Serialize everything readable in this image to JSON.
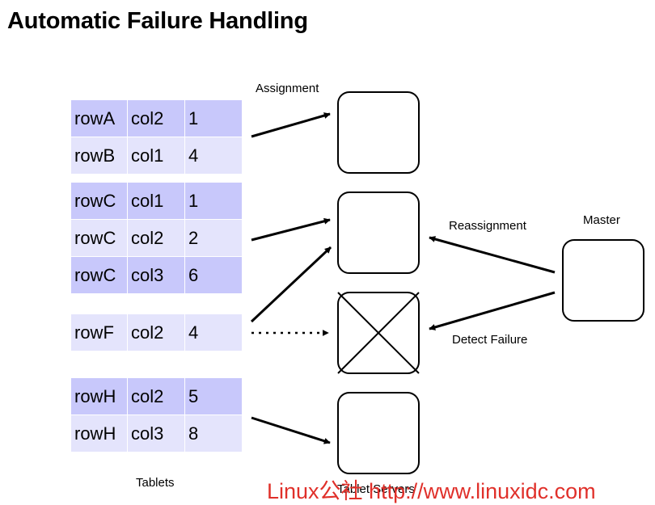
{
  "title": "Automatic Failure Handling",
  "tablets": [
    {
      "rows": [
        [
          "rowA",
          "col2",
          "1"
        ],
        [
          "rowB",
          "col1",
          "4"
        ]
      ]
    },
    {
      "rows": [
        [
          "rowC",
          "col1",
          "1"
        ],
        [
          "rowC",
          "col2",
          "2"
        ],
        [
          "rowC",
          "col3",
          "6"
        ]
      ]
    },
    {
      "rows": [
        [
          "rowF",
          "col2",
          "4"
        ]
      ]
    },
    {
      "rows": [
        [
          "rowH",
          "col2",
          "5"
        ],
        [
          "rowH",
          "col3",
          "8"
        ]
      ]
    }
  ],
  "labels": {
    "assignment": "Assignment",
    "reassignment": "Reassignment",
    "master": "Master",
    "detect_failure": "Detect Failure",
    "tablets": "Tablets",
    "tablet_servers": "Tablet Servers"
  },
  "watermark": "Linux公社 http://www.linuxidc.com",
  "colors": {
    "row_dark": "#c8c8fb",
    "row_light": "#e4e4fc",
    "watermark": "#e0302a"
  }
}
